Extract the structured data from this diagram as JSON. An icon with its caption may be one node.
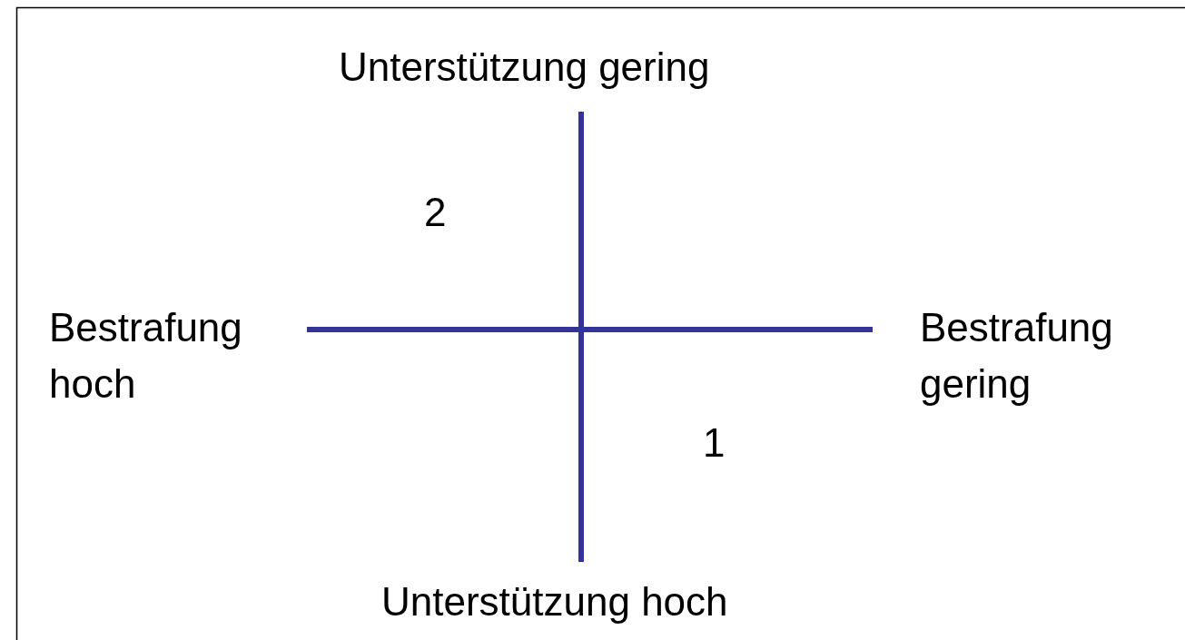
{
  "diagram": {
    "labels": [
      "Unterstützung gering",
      "2",
      "Bestrafung hoch",
      "Bestrafung gering",
      "1",
      "Unterstützung hoch"
    ]
  }
}
